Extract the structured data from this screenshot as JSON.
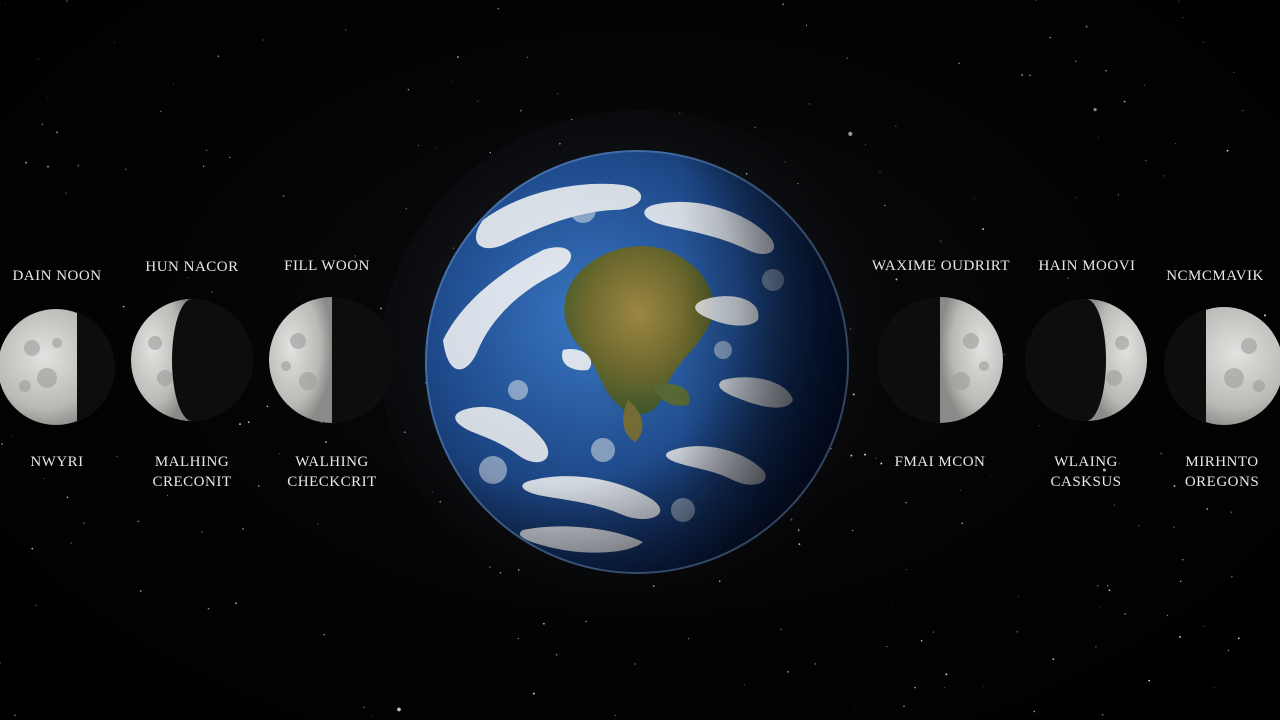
{
  "colors": {
    "space": "#000000",
    "label_text": "#e8e8e8",
    "ocean": "#1f4c8f",
    "cloud": "#f2f4f6",
    "land": "#8a7a3a",
    "moon_lit": "#c9c9c7",
    "moon_dark": "#0d0d0e"
  },
  "earth": {
    "icon": "earth-globe"
  },
  "moons_left": [
    {
      "top_label": "DAIN NOON",
      "bottom_label": [
        "NWYRI"
      ],
      "lit_side": "left",
      "phase": "gibbous"
    },
    {
      "top_label": "HUN NACOR",
      "bottom_label": [
        "MALHING",
        "CRECONIT"
      ],
      "lit_side": "left",
      "phase": "crescent"
    },
    {
      "top_label": "FILL WOON",
      "bottom_label": [
        "WALHING",
        "CHECKCRIT"
      ],
      "lit_side": "left",
      "phase": "quarter"
    }
  ],
  "moons_right": [
    {
      "top_label": "WAXIME OUDRIRT",
      "bottom_label": [
        "FMAI MCON"
      ],
      "lit_side": "right",
      "phase": "quarter"
    },
    {
      "top_label": "HAIN MOOVI",
      "bottom_label": [
        "WLAING",
        "CASKSUS"
      ],
      "lit_side": "right",
      "phase": "crescent"
    },
    {
      "top_label": "NCMCMAVIK",
      "bottom_label": [
        "MIRHNTO",
        "OREGONS"
      ],
      "lit_side": "right",
      "phase": "gibbous"
    }
  ]
}
